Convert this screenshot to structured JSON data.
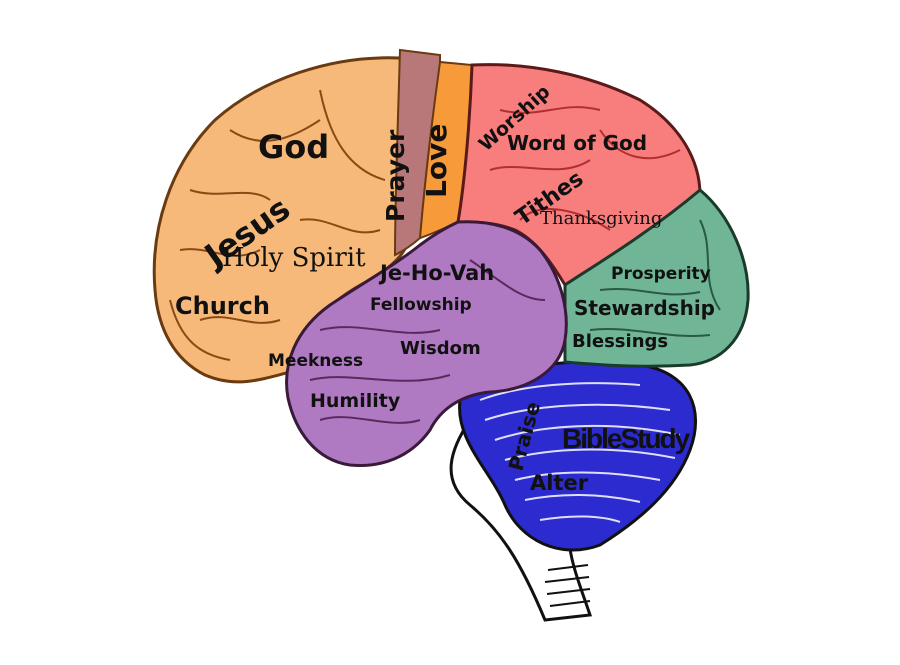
{
  "diagram": {
    "colors": {
      "frontal": "#f7b97a",
      "prayer": "#b8787a",
      "love": "#f79a3a",
      "parietal": "#f87e7e",
      "occipital": "#6fb596",
      "temporal": "#b07ac3",
      "cerebellum": "#2b2bd0",
      "outline": "#4a2a12"
    },
    "labels": {
      "god": "God",
      "jesus": "Jesus",
      "holy_spirit": "Holy Spirit",
      "church": "Church",
      "prayer": "Prayer",
      "love": "Love",
      "worship": "Worship",
      "word_of_god": "Word of God",
      "tithes": "Tithes",
      "thanksgiving": "Thanksgiving",
      "je_ho_vah": "Je-Ho-Vah",
      "fellowship": "Fellowship",
      "prosperity": "Prosperity",
      "stewardship": "Stewardship",
      "blessings": "Blessings",
      "wisdom": "Wisdom",
      "meekness": "Meekness",
      "humility": "Humility",
      "praise": "Praise",
      "bible_study": "BibleStudy",
      "alter": "Alter"
    }
  }
}
